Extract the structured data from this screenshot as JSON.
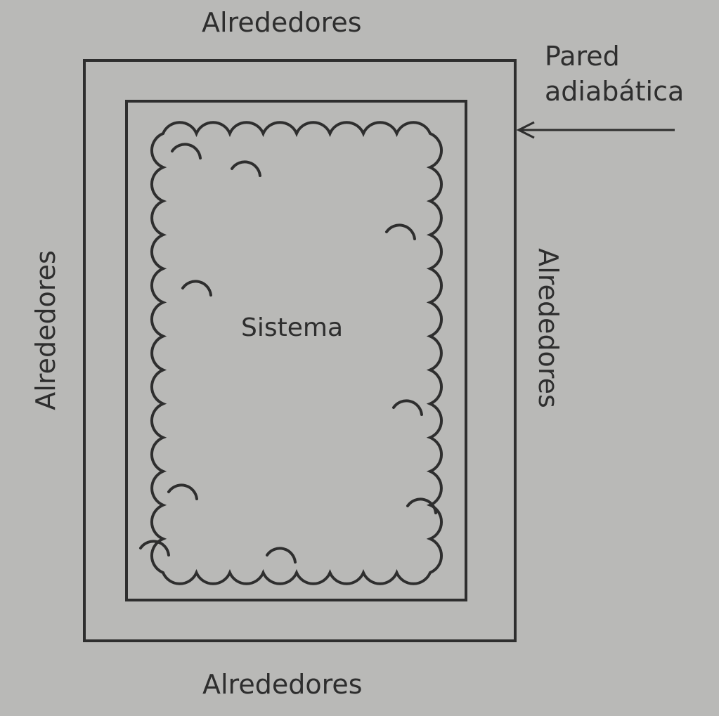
{
  "labels": {
    "top": "Alrededores",
    "bottom": "Alrededores",
    "left": "Alrededores",
    "right": "Alrededores",
    "wall_line1": "Pared",
    "wall_line2": "adiabática",
    "system": "Sistema"
  },
  "colors": {
    "background": "#b9b9b7",
    "ink": "#2e2e2e"
  }
}
